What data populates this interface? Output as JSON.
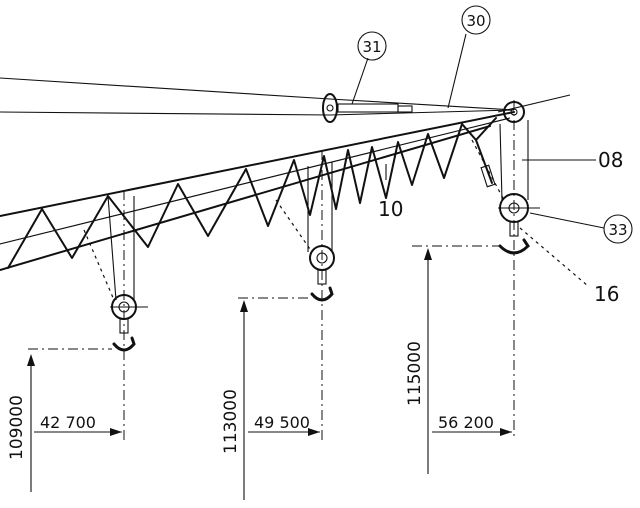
{
  "callouts": {
    "c30": "30",
    "c31": "31",
    "c33": "33"
  },
  "labels": {
    "l08": "08",
    "l10": "10",
    "l16": "16"
  },
  "dimensions": {
    "h1": "109000",
    "h2": "113000",
    "h3": "115000",
    "r1": "42 700",
    "r2": "49 500",
    "r3": "56 200"
  }
}
